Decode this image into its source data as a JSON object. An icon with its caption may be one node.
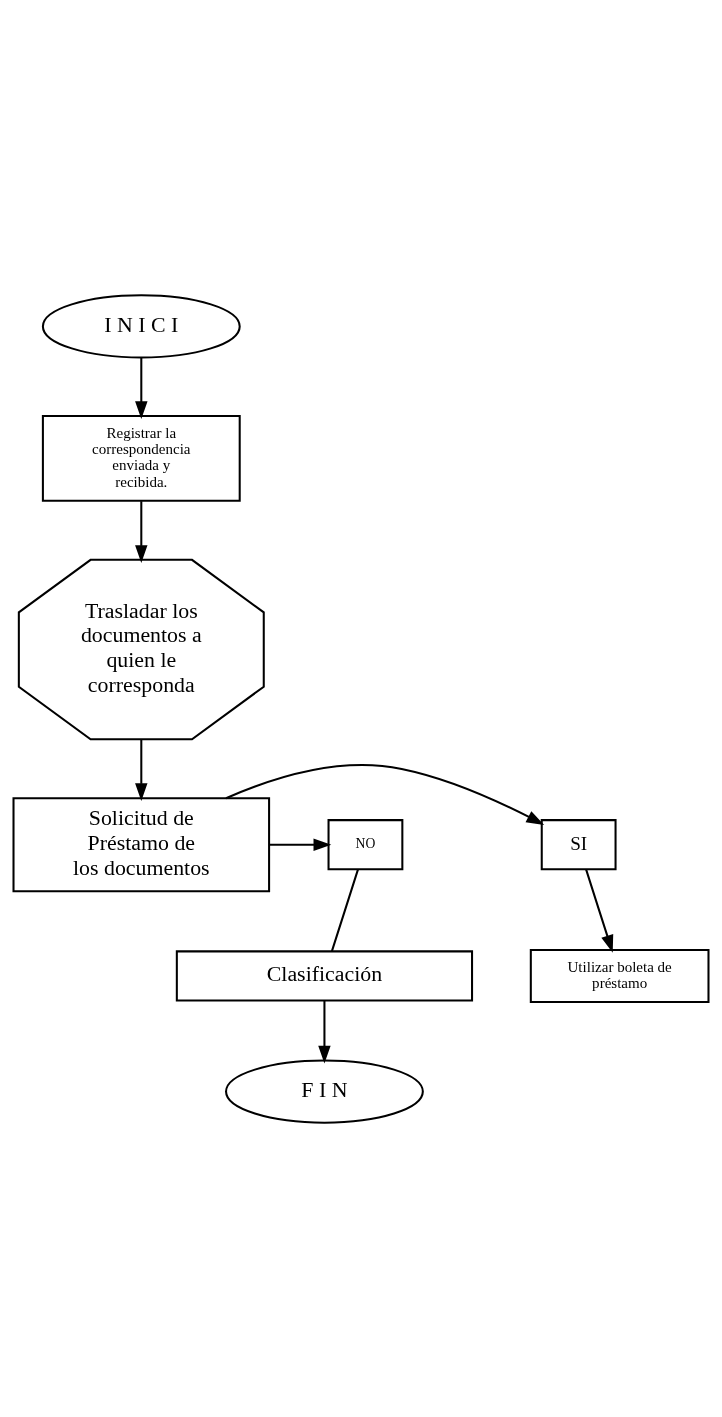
{
  "diagram": {
    "nodes": [
      {
        "text": [
          "I N I C I"
        ]
      },
      {
        "text": [
          "Registrar la correspondencia enviada y recibida."
        ]
      },
      {
        "text": [
          "Trasladar los documentos a quien le corresponda"
        ]
      },
      {
        "text": [
          "Solicitud de Préstamo de los documentos"
        ]
      },
      {
        "text": [
          "SI"
        ]
      },
      {
        "text": [
          "NO"
        ]
      },
      {
        "text": [
          "Utilizar boleta de préstamo"
        ]
      },
      {
        "text": [
          "Clasificación"
        ]
      },
      {
        "text": [
          "F I N"
        ]
      }
    ],
    "edges": [
      {
        "from": 0,
        "to": 1,
        "arrow": "to"
      },
      {
        "from": 1,
        "to": 2,
        "arrow": "to"
      },
      {
        "from": 2,
        "to": 3,
        "arrow": "to"
      },
      {
        "from": 3,
        "to": 4,
        "arrow": "to"
      },
      {
        "from": 3,
        "to": 5,
        "arrow": "to"
      },
      {
        "from": 4,
        "to": 6,
        "arrow": "to"
      },
      {
        "from": 5,
        "to": 7,
        "arrow": "none"
      },
      {
        "from": 7,
        "to": 8,
        "arrow": "to"
      }
    ]
  }
}
